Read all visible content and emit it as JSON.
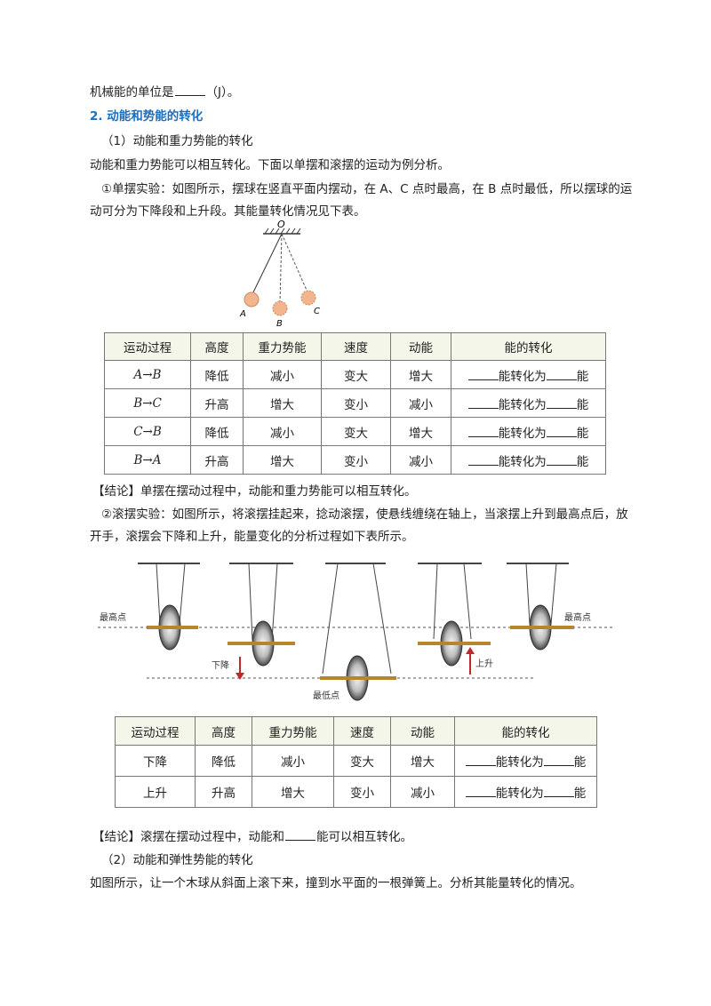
{
  "intro": {
    "unit_line_prefix": "机械能的单位是",
    "unit_line_suffix": "（J）。",
    "section_heading": "2. 动能和势能的转化",
    "sub1_title": "（1）动能和重力势能的转化",
    "sub1_intro": "动能和重力势能可以相互转化。下面以单摆和滚摆的运动为例分析。",
    "pendulum_desc_line1": "①单摆实验：如图所示，摆球在竖直平面内摆动，在 A、C 点时最高，在 B 点时最低，所以摆球的运",
    "pendulum_desc_line2": "动可分为下降段和上升段。其能量转化情况见下表。"
  },
  "pendulum_figure": {
    "label_o": "O",
    "label_a": "A",
    "label_b": "B",
    "label_c": "C"
  },
  "pendulum_table": {
    "headers": [
      "运动过程",
      "高度",
      "重力势能",
      "速度",
      "动能",
      "能的转化"
    ],
    "rows": [
      {
        "process": "A→B",
        "height": "降低",
        "pe": "减小",
        "speed": "变大",
        "ke": "增大",
        "conv_mid": "能转化为",
        "conv_end": "能"
      },
      {
        "process": "B→C",
        "height": "升高",
        "pe": "增大",
        "speed": "变小",
        "ke": "减小",
        "conv_mid": "能转化为",
        "conv_end": "能"
      },
      {
        "process": "C→B",
        "height": "降低",
        "pe": "减小",
        "speed": "变大",
        "ke": "增大",
        "conv_mid": "能转化为",
        "conv_end": "能"
      },
      {
        "process": "B→A",
        "height": "升高",
        "pe": "增大",
        "speed": "变小",
        "ke": "减小",
        "conv_mid": "能转化为",
        "conv_end": "能"
      }
    ]
  },
  "pendulum_conclusion": "【结论】单摆在摆动过程中，动能和重力势能可以相互转化。",
  "maxwell": {
    "desc_line1": "②滚摆实验：如图所示，将滚摆挂起来，捻动滚摆，使悬线缠绕在轴上，当滚摆上升到最高点后，放",
    "desc_line2": "开手，滚摆会下降和上升，能量变化的分析过程如下表所示。"
  },
  "maxwell_figure": {
    "label_highest_left": "最高点",
    "label_highest_right": "最高点",
    "label_lowest": "最低点",
    "label_down": "下降",
    "label_up": "上升"
  },
  "maxwell_table": {
    "headers": [
      "运动过程",
      "高度",
      "重力势能",
      "速度",
      "动能",
      "能的转化"
    ],
    "rows": [
      {
        "process": "下降",
        "height": "降低",
        "pe": "减小",
        "speed": "变大",
        "ke": "增大",
        "conv_mid": "能转化为",
        "conv_end": "能"
      },
      {
        "process": "上升",
        "height": "升高",
        "pe": "增大",
        "speed": "变小",
        "ke": "减小",
        "conv_mid": "能转化为",
        "conv_end": "能"
      }
    ]
  },
  "maxwell_conclusion": {
    "prefix": "【结论】滚摆在摆动过程中，动能和",
    "suffix": "能可以相互转化。"
  },
  "sub2": {
    "title": "（2）动能和弹性势能的转化",
    "desc": "如图所示，让一个木球从斜面上滚下来，撞到水平面的一根弹簧上。分析其能量转化的情况。"
  },
  "colors": {
    "heading": "#1a6fc2",
    "ball": "#f2b58e",
    "arrow": "#c0282d",
    "axle": "#b8842e"
  }
}
